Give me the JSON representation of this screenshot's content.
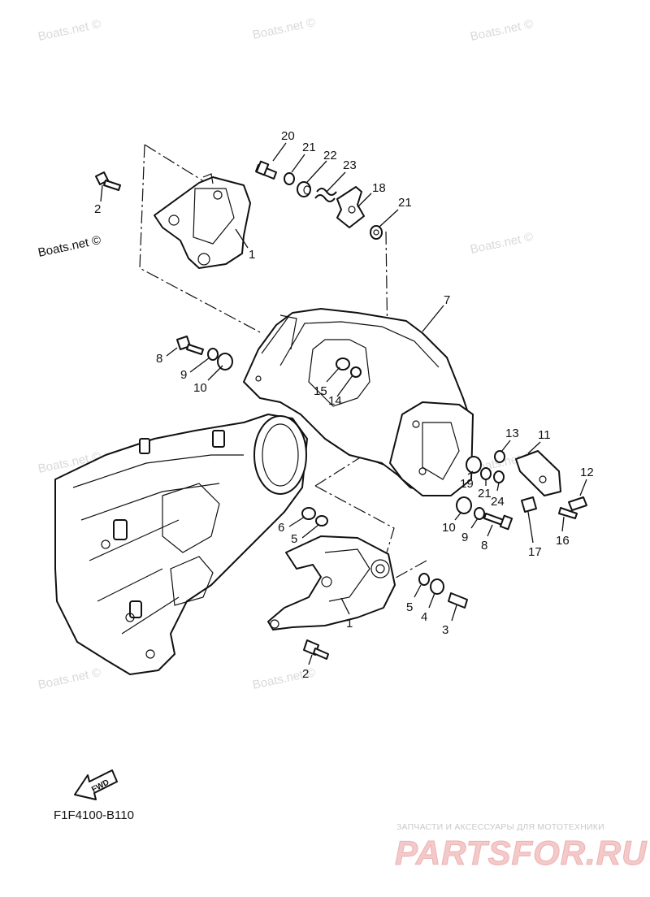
{
  "watermarks": [
    "Boats.net ©",
    "Boats.net ©",
    "Boats.net ©",
    "Boats.net ©",
    "Boats.net ©",
    "Boats.net ©",
    "Boats.net ©",
    "Boats.net ©",
    "Boats.net ©"
  ],
  "part_numbers": [
    "20",
    "21",
    "22",
    "23",
    "18",
    "21",
    "2",
    "1",
    "7",
    "8",
    "9",
    "10",
    "15",
    "14",
    "13",
    "11",
    "12",
    "19",
    "21",
    "24",
    "16",
    "17",
    "10",
    "9",
    "8",
    "6",
    "5",
    "1",
    "5",
    "4",
    "3",
    "2"
  ],
  "fwd_label": "FWD",
  "diagram_code": "F1F4100-B110",
  "brand": {
    "tagline": "ЗАПЧАСТИ И АКСЕССУАРЫ ДЛЯ МОТОТЕХНИКИ",
    "name": "PARTSFOR.RU"
  }
}
